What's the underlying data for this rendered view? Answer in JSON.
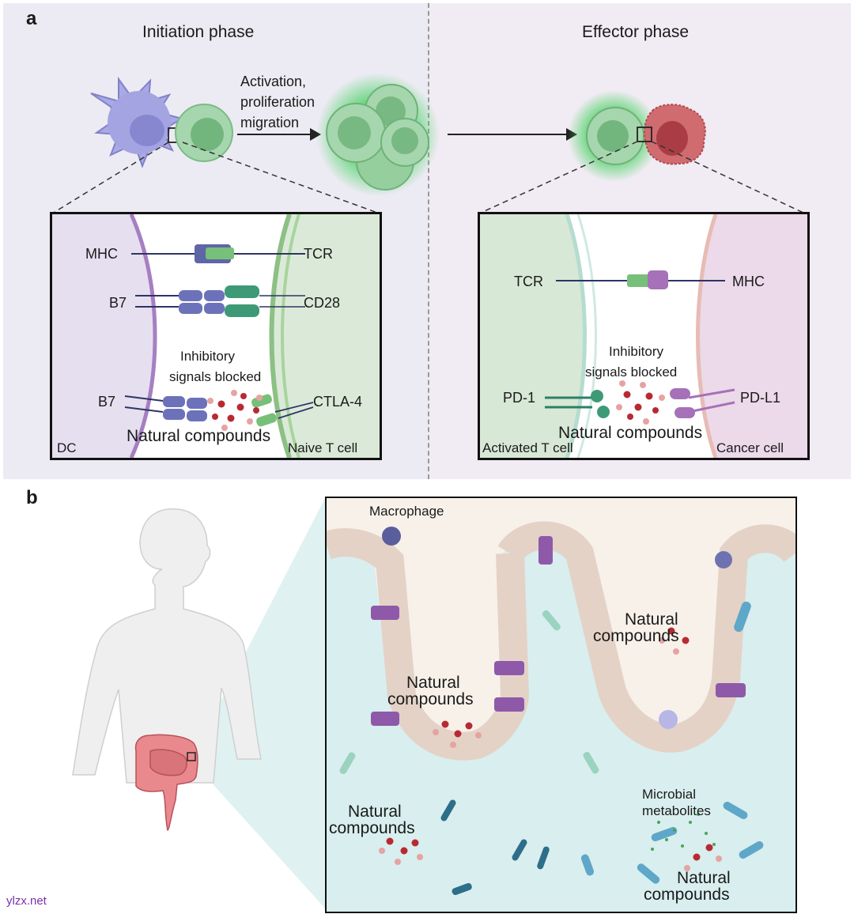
{
  "panel_a": {
    "letter": "a",
    "initiation": {
      "title": "Initiation phase",
      "arrow_text": [
        "Activation,",
        "proliferation",
        "migration"
      ],
      "inset": {
        "labels": {
          "mhc": "MHC",
          "tcr": "TCR",
          "b7_top": "B7",
          "cd28": "CD28",
          "b7_bottom": "B7",
          "ctla4": "CTLA-4",
          "inhibitory_1": "Inhibitory",
          "inhibitory_2": "signals blocked",
          "compounds": "Natural compounds",
          "dc": "DC",
          "naive_t": "Naive T cell"
        }
      }
    },
    "effector": {
      "title": "Effector phase",
      "inset": {
        "labels": {
          "tcr": "TCR",
          "mhc": "MHC",
          "inhibitory_1": "Inhibitory",
          "inhibitory_2": "signals blocked",
          "pd1": "PD-1",
          "pdl1": "PD-L1",
          "compounds": "Natural compounds",
          "activated_t": "Activated T cell",
          "cancer": "Cancer cell"
        }
      }
    }
  },
  "panel_b": {
    "letter": "b",
    "labels": {
      "macrophage": "Macrophage",
      "compounds_top_right_1": "Natural",
      "compounds_top_right_2": "compounds",
      "compounds_center_1": "Natural",
      "compounds_center_2": "compounds",
      "compounds_bottom_left_1": "Natural",
      "compounds_bottom_left_2": "compounds",
      "microbial_1": "Microbial",
      "microbial_2": "metabolites",
      "compounds_bottom_right_1": "Natural",
      "compounds_bottom_right_2": "compounds"
    }
  },
  "watermark": "ylzx.net",
  "colors": {
    "dc_purple": "#8f8fd6",
    "t_cell_green": "#84c48f",
    "cancer_red": "#c2545a",
    "lumen_teal": "#d9eeee",
    "tissue_beige": "#f8f1ea"
  }
}
